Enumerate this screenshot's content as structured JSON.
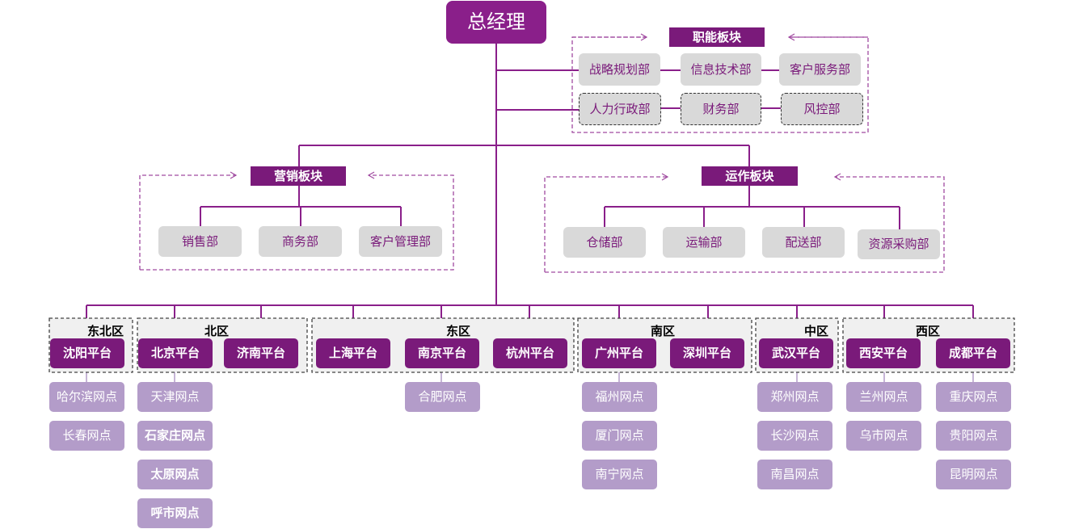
{
  "ceo": "总经理",
  "functional": {
    "title": "职能板块",
    "departments": [
      "战略规划部",
      "信息技术部",
      "客户服务部",
      "人力行政部",
      "财务部",
      "风控部"
    ]
  },
  "marketing": {
    "title": "营销板块",
    "departments": [
      "销售部",
      "商务部",
      "客户管理部"
    ]
  },
  "operations": {
    "title": "运作板块",
    "departments": [
      "仓储部",
      "运输部",
      "配送部",
      "资源采购部"
    ]
  },
  "regions": [
    {
      "name": "东北区",
      "platforms": [
        {
          "name": "沈阳平台",
          "outlets": [
            "哈尔滨网点",
            "长春网点"
          ]
        }
      ]
    },
    {
      "name": "北区",
      "platforms": [
        {
          "name": "北京平台",
          "outlets": [
            "天津网点",
            "石家庄网点",
            "太原网点",
            "呼市网点"
          ]
        },
        {
          "name": "济南平台",
          "outlets": []
        }
      ]
    },
    {
      "name": "东区",
      "platforms": [
        {
          "name": "上海平台",
          "outlets": []
        },
        {
          "name": "南京平台",
          "outlets": [
            "合肥网点"
          ]
        },
        {
          "name": "杭州平台",
          "outlets": []
        }
      ]
    },
    {
      "name": "南区",
      "platforms": [
        {
          "name": "广州平台",
          "outlets": [
            "福州网点",
            "厦门网点",
            "南宁网点"
          ]
        },
        {
          "name": "深圳平台",
          "outlets": []
        }
      ]
    },
    {
      "name": "中区",
      "platforms": [
        {
          "name": "武汉平台",
          "outlets": [
            "郑州网点",
            "长沙网点",
            "南昌网点"
          ]
        }
      ]
    },
    {
      "name": "西区",
      "platforms": [
        {
          "name": "西安平台",
          "outlets": [
            "兰州网点",
            "乌市网点"
          ]
        },
        {
          "name": "成都平台",
          "outlets": [
            "重庆网点",
            "贵阳网点",
            "昆明网点"
          ]
        }
      ]
    }
  ]
}
